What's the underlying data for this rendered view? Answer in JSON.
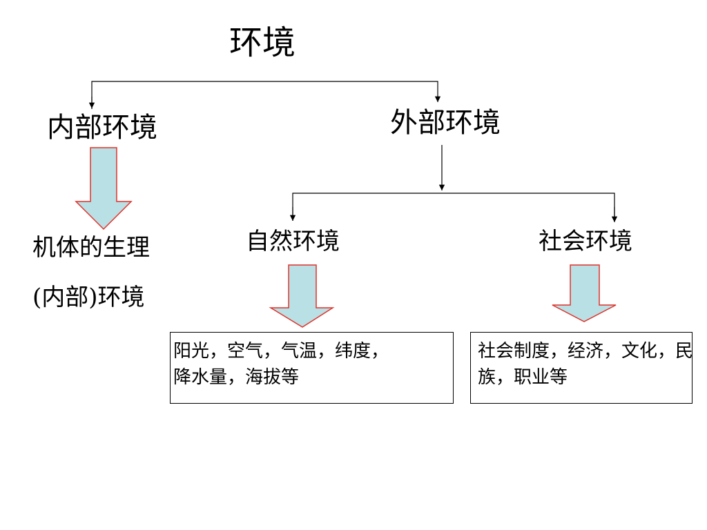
{
  "diagram": {
    "root": {
      "label": "环境"
    },
    "internal": {
      "label": "内部环境",
      "detail_line1": "机体的生理",
      "detail_line2": "(内部)环境"
    },
    "external": {
      "label": "外部环境",
      "natural": {
        "label": "自然环境",
        "examples": "阳光，空气，气温，纬度，降水量，海拔等"
      },
      "social": {
        "label": "社会环境",
        "examples": "社会制度，经济，文化，民族，职业等"
      }
    }
  },
  "colors": {
    "arrow_fill": "#b9e0e4",
    "arrow_stroke": "#e0302a",
    "line": "#000000"
  }
}
